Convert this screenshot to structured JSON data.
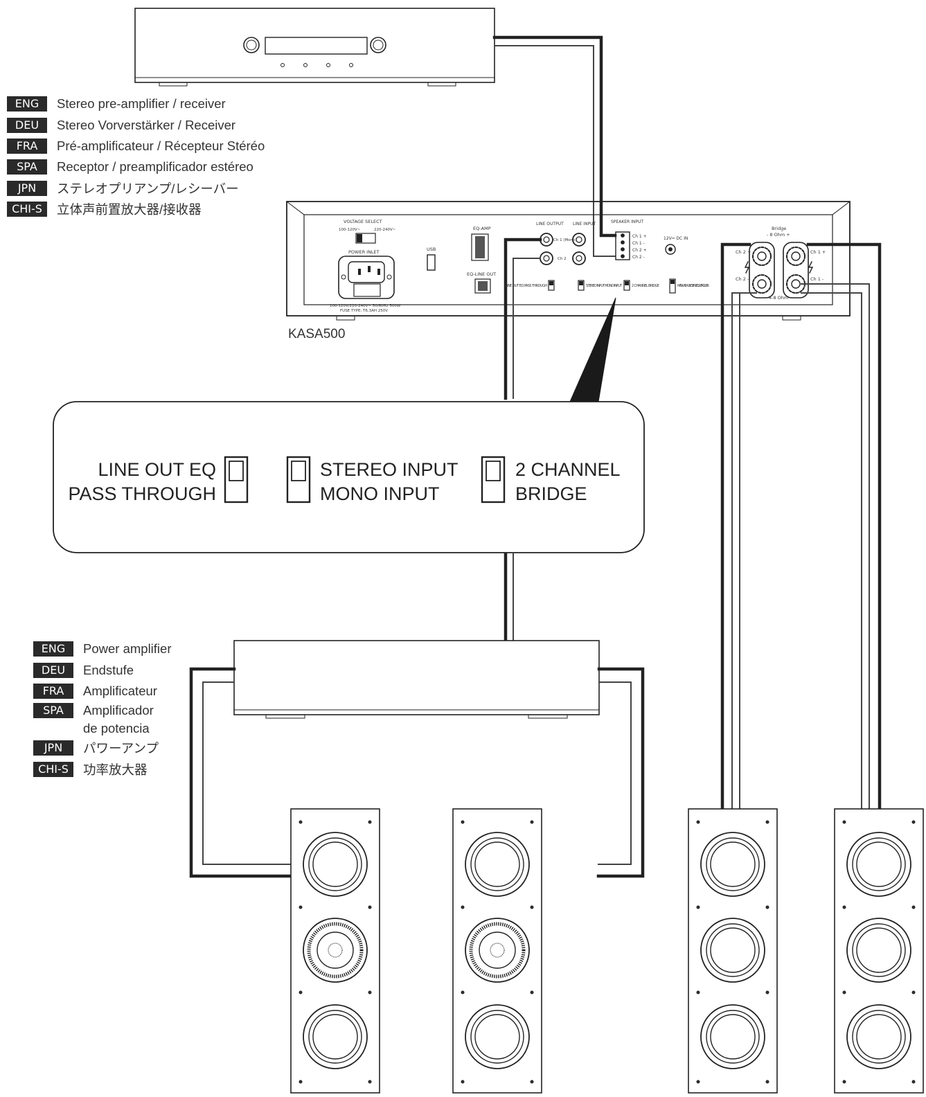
{
  "preamp_legend": [
    {
      "tag": "ENG",
      "text": "Stereo pre-amplifier / receiver"
    },
    {
      "tag": "DEU",
      "text": "Stereo Vorverstärker / Receiver"
    },
    {
      "tag": "FRA",
      "text": "Pré-amplificateur / Récepteur Stéréo"
    },
    {
      "tag": "SPA",
      "text": "Receptor / preamplificador estéreo"
    },
    {
      "tag": "JPN",
      "text": "ステレオプリアンプ/レシーバー"
    },
    {
      "tag": "CHI-S",
      "text": "立体声前置放大器/接收器"
    }
  ],
  "power_legend": [
    {
      "tag": "ENG",
      "text": "Power amplifier"
    },
    {
      "tag": "DEU",
      "text": "Endstufe"
    },
    {
      "tag": "FRA",
      "text": "Amplificateur"
    },
    {
      "tag": "SPA",
      "text": "Amplificador"
    },
    {
      "tag": "",
      "text": "de potencia"
    },
    {
      "tag": "JPN",
      "text": "パワーアンプ"
    },
    {
      "tag": "CHI-S",
      "text": "功率放大器"
    }
  ],
  "model_name": "KASA500",
  "panel": {
    "voltage_select": "VOLTAGE SELECT",
    "v1": "100-120V~",
    "v2": "220-240V~",
    "power_inlet": "POWER INLET",
    "inlet_spec_1": "100-120V/220-240V~ 50/60Hz 500W",
    "inlet_spec_2": "FUSE TYPE: T6.3AH 250V",
    "usb": "USB",
    "eq_amp": "EQ-AMP",
    "eq_line_out": "EQ-LINE OUT",
    "line_output": "LINE OUTPUT",
    "line_input": "LINE INPUT",
    "ch1_mono": "Ch 1 (Mono)",
    "ch2": "Ch 2",
    "speaker_input": "SPEAKER INPUT",
    "sp_terms": [
      "Ch 1 +",
      "Ch 1 -",
      "Ch 2 +",
      "Ch 2 -"
    ],
    "dc_in": "12V⎓ DC IN",
    "sw_lineout": "LINE OUT EQ PASS THROUGH",
    "sw_stereo": "STEREO INPUT MONO INPUT",
    "sw_bridge": "2 CHANNEL BRIDGE",
    "sw_trigger": "MANUAL MUSIC SENSE 12V TRIGGER",
    "bridge_label": "Bridge",
    "bridge_ohm": "- 8 Ohm +",
    "out_ch2p": "Ch 2 +",
    "out_ch2m": "Ch 2 -",
    "out_ch1p": "Ch 1 +",
    "out_ch1m": "Ch 1 -",
    "out_ohm": "4-8 Ohm"
  },
  "callout": {
    "lineout_1": "LINE OUT EQ",
    "lineout_2": "PASS THROUGH",
    "stereo_1": "STEREO INPUT",
    "stereo_2": "MONO  INPUT",
    "bridge_1": "2 CHANNEL",
    "bridge_2": "BRIDGE"
  }
}
